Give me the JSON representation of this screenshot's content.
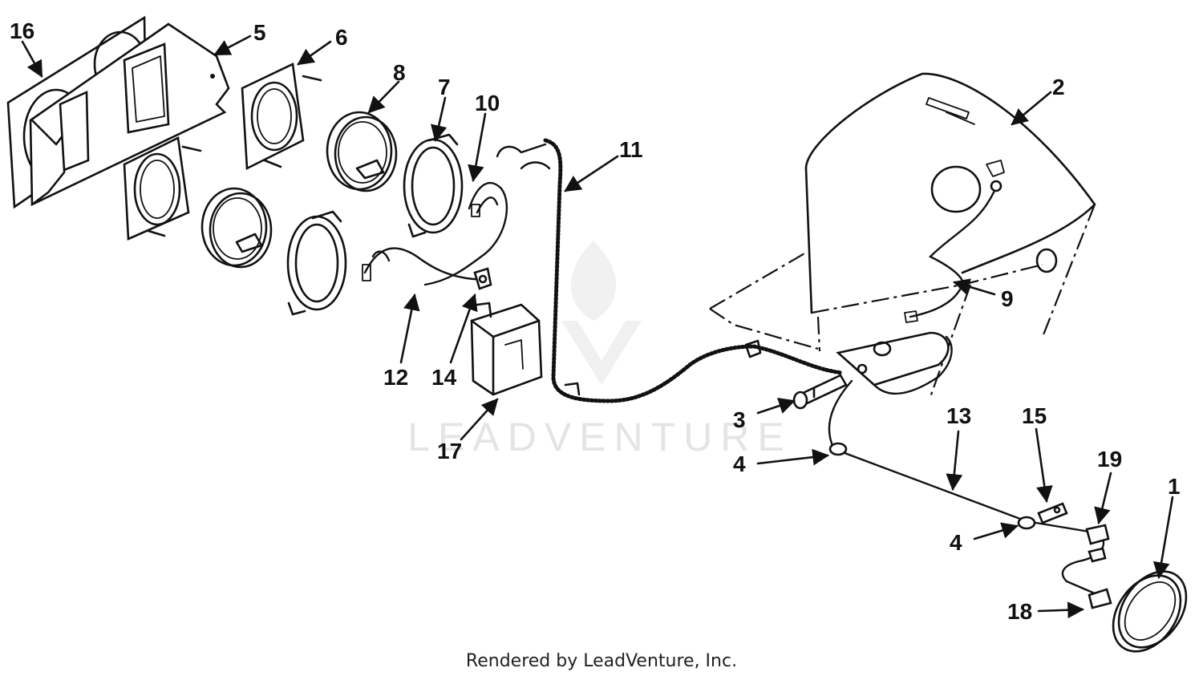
{
  "diagram": {
    "watermark": "LEADVENTURE",
    "footer": "Rendered by LeadVenture, Inc.",
    "callouts": {
      "c1": "1",
      "c2": "2",
      "c3": "3",
      "c4a": "4",
      "c4b": "4",
      "c5": "5",
      "c6": "6",
      "c7": "7",
      "c8": "8",
      "c9": "9",
      "c10": "10",
      "c11": "11",
      "c12": "12",
      "c13": "13",
      "c14": "14",
      "c15": "15",
      "c16": "16",
      "c17": "17",
      "c18": "18",
      "c19": "19"
    }
  }
}
